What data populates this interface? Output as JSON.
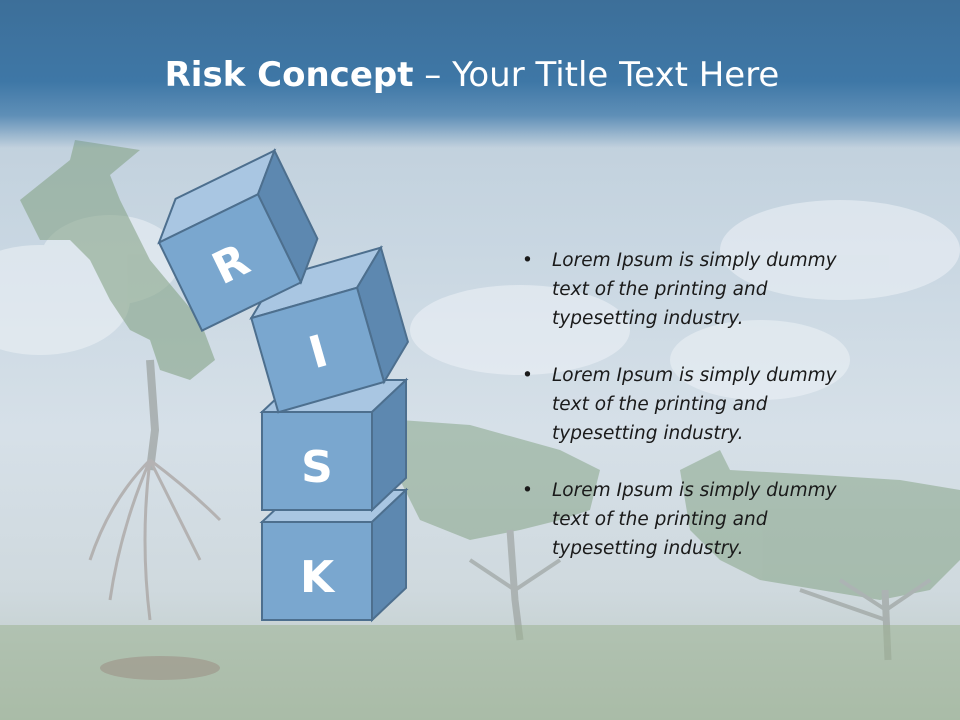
{
  "slide": {
    "title_bold": "Risk Concept",
    "title_rest": " – Your Title Text Here"
  },
  "blocks": [
    "R",
    "I",
    "S",
    "K"
  ],
  "bullets": [
    "Lorem Ipsum is simply dummy text of the printing and typesetting industry.",
    "Lorem Ipsum is simply dummy text of the printing and typesetting industry.",
    "Lorem Ipsum is simply dummy text of the printing and typesetting industry."
  ],
  "bullet_glyph": "•",
  "colors": {
    "header": "#3e77a6",
    "cube_front": "#7aa7cf",
    "cube_top": "#a9c6e2",
    "cube_side": "#5d88b0",
    "tree": "#8aa58a"
  }
}
